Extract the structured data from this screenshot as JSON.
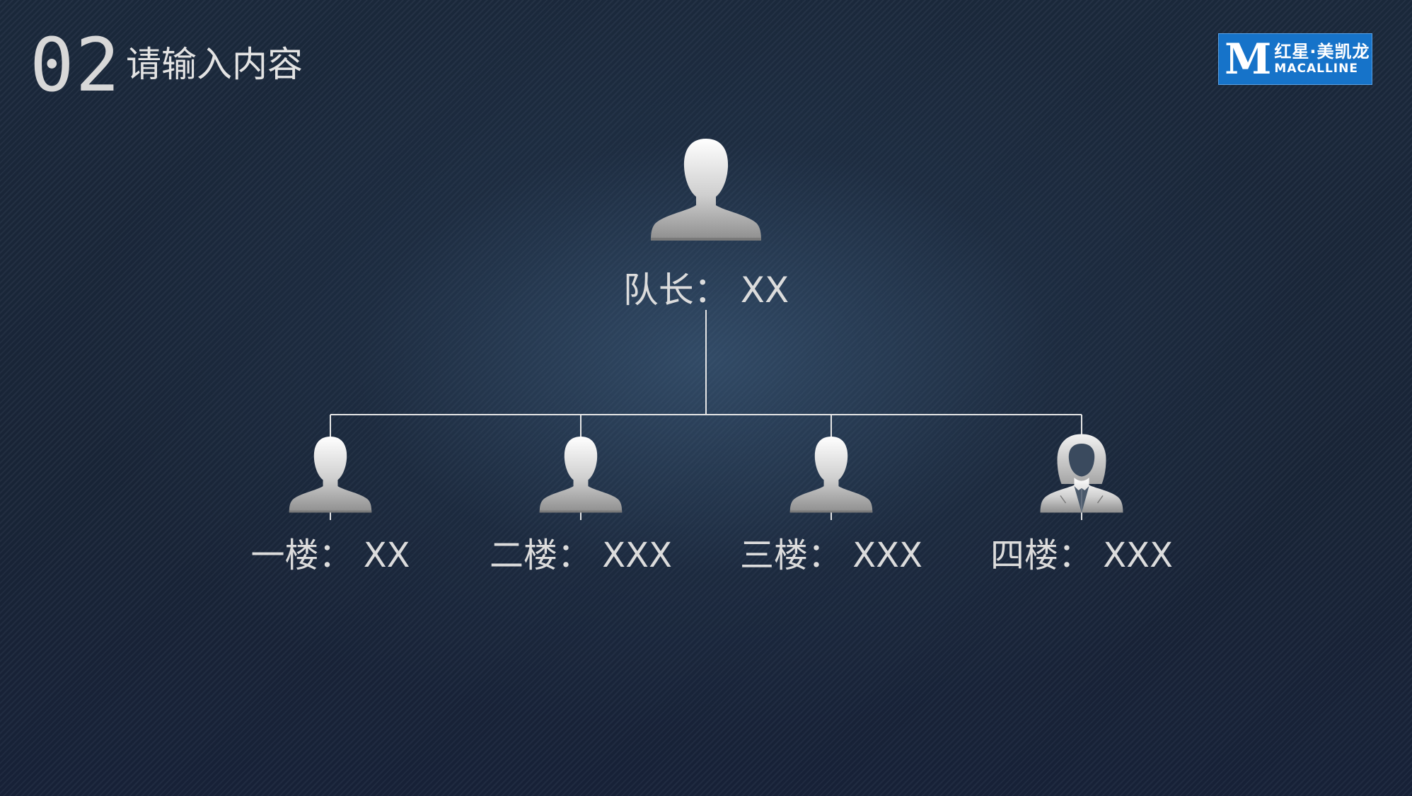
{
  "slide": {
    "number": "02",
    "title": "请输入内容"
  },
  "logo": {
    "mark": "M",
    "chinese": "红星·美凯龙",
    "english": "MACALLINE",
    "color": "#1673c9"
  },
  "org_chart": {
    "leader": {
      "label": "队长：  XX",
      "icon": "male-user-icon"
    },
    "members": [
      {
        "label": "一楼：  XX",
        "icon": "male-user-icon"
      },
      {
        "label": "二楼：  XXX",
        "icon": "male-user-icon"
      },
      {
        "label": "三楼：  XXX",
        "icon": "male-user-icon"
      },
      {
        "label": "四楼：  XXX",
        "icon": "female-user-icon"
      }
    ],
    "connector_color": "#e6e6e6"
  }
}
